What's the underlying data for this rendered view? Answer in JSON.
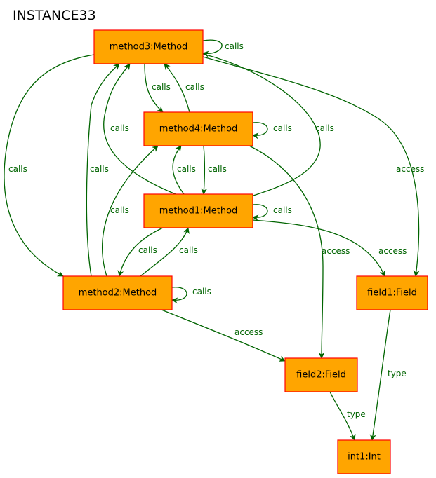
{
  "title": "INSTANCE33",
  "colors": {
    "node_fill": "#ffa500",
    "node_border": "#ff0000",
    "edge": "#006400",
    "edge_label": "#006400"
  },
  "nodes": [
    {
      "id": "method3",
      "label": "method3:Method"
    },
    {
      "id": "method4",
      "label": "method4:Method"
    },
    {
      "id": "method1",
      "label": "method1:Method"
    },
    {
      "id": "method2",
      "label": "method2:Method"
    },
    {
      "id": "field1",
      "label": "field1:Field"
    },
    {
      "id": "field2",
      "label": "field2:Field"
    },
    {
      "id": "int1",
      "label": "int1:Int"
    }
  ],
  "edges": [
    {
      "id": "e01",
      "from": "method3",
      "to": "method3",
      "label": "calls"
    },
    {
      "id": "e02",
      "from": "method3",
      "to": "method4",
      "label": "calls"
    },
    {
      "id": "e03",
      "from": "method4",
      "to": "method3",
      "label": "calls"
    },
    {
      "id": "e04",
      "from": "method4",
      "to": "method4",
      "label": "calls"
    },
    {
      "id": "e05",
      "from": "method1",
      "to": "method3",
      "label": "calls"
    },
    {
      "id": "e06",
      "from": "method3",
      "to": "method1",
      "label": "calls"
    },
    {
      "id": "e07",
      "from": "method3",
      "to": "method2",
      "label": "calls"
    },
    {
      "id": "e08",
      "from": "method2",
      "to": "method3",
      "label": "calls"
    },
    {
      "id": "e09",
      "from": "method3",
      "to": "field1",
      "label": "access"
    },
    {
      "id": "e10",
      "from": "method1",
      "to": "method4",
      "label": "calls"
    },
    {
      "id": "e11",
      "from": "method4",
      "to": "method1",
      "label": "calls"
    },
    {
      "id": "e12",
      "from": "method1",
      "to": "method1",
      "label": "calls"
    },
    {
      "id": "e13",
      "from": "method2",
      "to": "method4",
      "label": "calls"
    },
    {
      "id": "e14",
      "from": "method1",
      "to": "method2",
      "label": "calls"
    },
    {
      "id": "e15",
      "from": "method2",
      "to": "method1",
      "label": "calls"
    },
    {
      "id": "e16",
      "from": "method4",
      "to": "field2",
      "label": "access"
    },
    {
      "id": "e17",
      "from": "method1",
      "to": "field1",
      "label": "access"
    },
    {
      "id": "e18",
      "from": "method2",
      "to": "method2",
      "label": "calls"
    },
    {
      "id": "e19",
      "from": "method2",
      "to": "field2",
      "label": "access"
    },
    {
      "id": "e20",
      "from": "field1",
      "to": "int1",
      "label": "type"
    },
    {
      "id": "e21",
      "from": "field2",
      "to": "int1",
      "label": "type"
    }
  ]
}
